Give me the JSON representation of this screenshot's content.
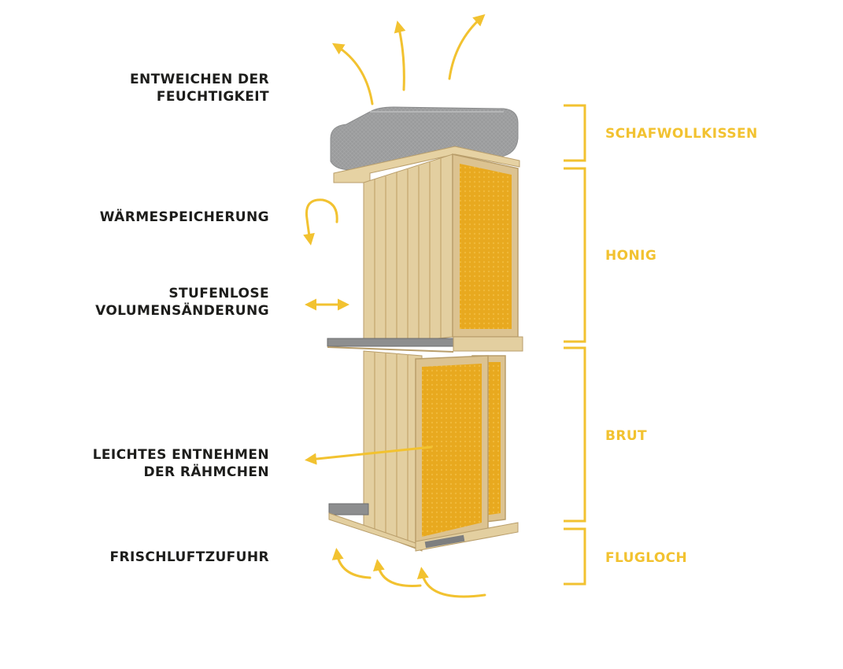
{
  "annotations_left": {
    "moisture": [
      "ENTWEICHEN DER",
      "FEUCHTIGKEIT"
    ],
    "heat_storage": [
      "WÄRMESPEICHERUNG"
    ],
    "volume_change": [
      "STUFENLOSE",
      "VOLUMENSÄNDERUNG"
    ],
    "frame_removal": [
      "LEICHTES ENTNEHMEN",
      "DER RÄHMCHEN"
    ],
    "fresh_air": [
      "FRISCHLUFTZUFUHR"
    ]
  },
  "sections_right": {
    "wool_cushion": "SCHAFWOLLKISSEN",
    "honey": "HONIG",
    "brood": "BRUT",
    "entrance": "FLUGLOCH"
  },
  "colors": {
    "accent": "#f2c230",
    "honeycomb": "#e8a91f",
    "wood": "#e3cfa0",
    "wood_dark": "#cdb27b",
    "cushion": "#9a9b9c",
    "text": "#1d1d1b"
  },
  "icons": [
    "moisture-arrows-icon",
    "circular-arrow-icon",
    "double-arrow-icon",
    "pointer-arrow-icon",
    "airflow-arrows-icon",
    "bracket-icon"
  ]
}
